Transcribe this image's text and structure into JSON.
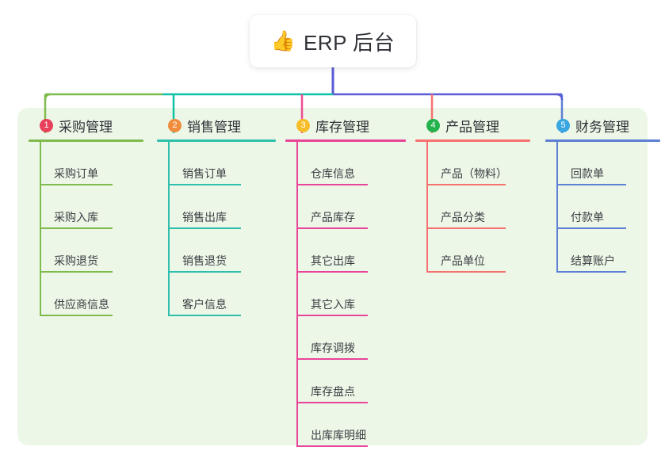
{
  "root": {
    "icon": "thumbs-up-icon",
    "emoji": "👍",
    "title": "ERP 后台"
  },
  "palette": {
    "page_background": "#ffffff",
    "panel_background": "#edf7e8",
    "root_card_background": "#ffffff",
    "text": "#2f3237",
    "leaf_text": "#3a3d42",
    "trunk_line": "#5b5bd6"
  },
  "columns": [
    {
      "index": "1",
      "title": "采购管理",
      "badge_color": "#e8415c",
      "line_color": "#7fbb4c",
      "branch_color": "#7fbb4c",
      "items": [
        "采购订单",
        "采购入库",
        "采购退货",
        "供应商信息"
      ]
    },
    {
      "index": "2",
      "title": "销售管理",
      "badge_color": "#f08c3c",
      "line_color": "#2fc0ad",
      "branch_color": "#0ec2a8",
      "items": [
        "销售订单",
        "销售出库",
        "销售退货",
        "客户信息"
      ]
    },
    {
      "index": "3",
      "title": "库存管理",
      "badge_color": "#f5be28",
      "line_color": "#e8459a",
      "branch_color": "#ee4d93",
      "items": [
        "仓库信息",
        "产品库存",
        "其它出库",
        "其它入库",
        "库存调拨",
        "库存盘点",
        "出库库明细"
      ]
    },
    {
      "index": "4",
      "title": "产品管理",
      "badge_color": "#23b24b",
      "line_color": "#f5726f",
      "branch_color": "#f5726f",
      "items": [
        "产品（物料）",
        "产品分类",
        "产品单位"
      ]
    },
    {
      "index": "5",
      "title": "财务管理",
      "badge_color": "#38a6e0",
      "line_color": "#5d7fd4",
      "branch_color": "#5d7fd4",
      "items": [
        "回款单",
        "付款单",
        "结算账户"
      ]
    }
  ]
}
